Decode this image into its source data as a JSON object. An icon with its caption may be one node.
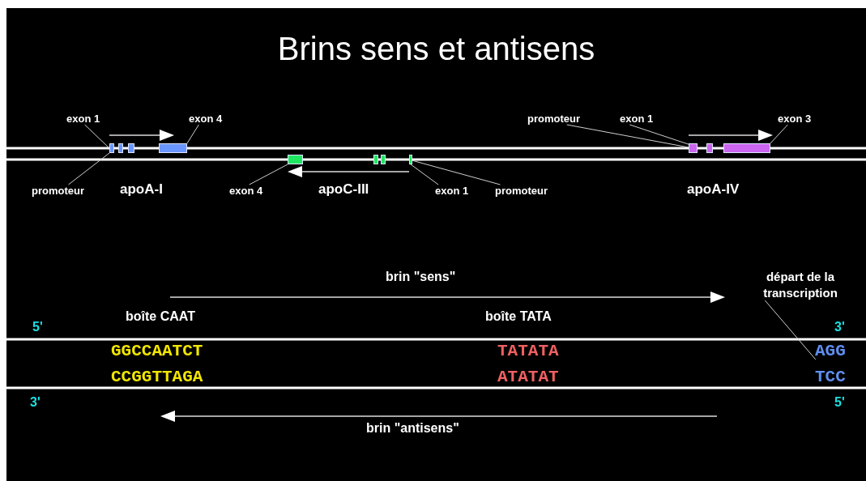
{
  "diagram": {
    "title": "Brins sens et antisens",
    "nodes": [
      {
        "text": [
          "exon 1"
        ]
      },
      {
        "text": [
          "exon 4"
        ]
      },
      {
        "text": [
          "promoteur"
        ]
      },
      {
        "text": [
          "exon 1"
        ]
      },
      {
        "text": [
          "exon 3"
        ]
      },
      {
        "text": [],
        "shape": "bar"
      },
      {
        "text": [],
        "shape": "bar"
      },
      {
        "text": [],
        "shape": "bar"
      },
      {
        "text": [],
        "shape": "bar"
      },
      {
        "text": [],
        "shape": "bar"
      },
      {
        "text": [],
        "shape": "bar"
      },
      {
        "text": [],
        "shape": "bar"
      },
      {
        "text": [],
        "shape": "bar"
      },
      {
        "text": [],
        "shape": "bar"
      },
      {
        "text": [],
        "shape": "bar"
      },
      {
        "text": [],
        "shape": "bar"
      },
      {
        "text": [
          "promoteur"
        ]
      },
      {
        "text": [
          "exon 4"
        ]
      },
      {
        "text": [
          "exon 1"
        ]
      },
      {
        "text": [
          "promoteur"
        ]
      },
      {
        "text": [
          "départ de la transcription"
        ]
      },
      {
        "text": [
          "AGG"
        ]
      }
    ],
    "edges": [
      {
        "from": 0,
        "to": 5,
        "arrow": "none"
      },
      {
        "from": 1,
        "to": 8,
        "arrow": "none"
      },
      {
        "from": 2,
        "to": 13,
        "arrow": "none"
      },
      {
        "from": 3,
        "to": 13,
        "arrow": "none"
      },
      {
        "from": 4,
        "to": 15,
        "arrow": "none"
      },
      {
        "from": 16,
        "to": 5,
        "arrow": "none"
      },
      {
        "from": 17,
        "to": 9,
        "arrow": "none"
      },
      {
        "from": 18,
        "to": 12,
        "arrow": "none"
      },
      {
        "from": 19,
        "to": 12,
        "arrow": "none"
      },
      {
        "from": 20,
        "to": 21,
        "arrow": "none"
      }
    ],
    "labels": [
      "apoA-I",
      "apoC-III",
      "apoA-IV",
      "brin \"sens\"",
      "5'",
      "boîte CAAT",
      "boîte TATA",
      "3'",
      "GGCCAATCT",
      "TATATA",
      "CCGGTTAGA",
      "ATATAT",
      "TCC",
      "3'",
      "5'",
      "brin \"antisens\""
    ]
  }
}
